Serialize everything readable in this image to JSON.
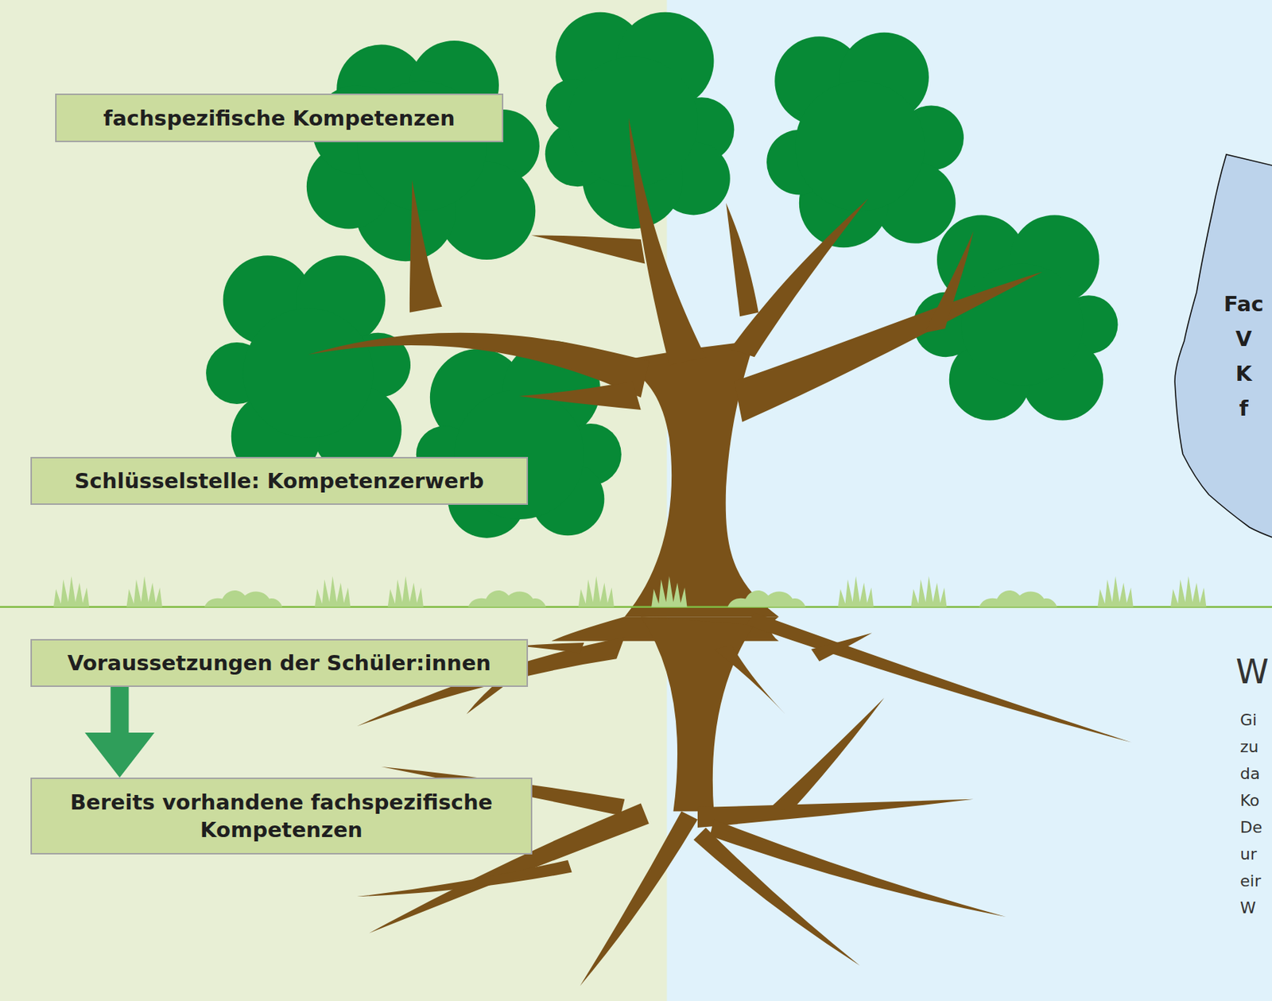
{
  "diagram": {
    "nodes": [
      {
        "text": [
          "fachspezifische Kompetenzen"
        ]
      },
      {
        "text": [
          "Schlüsselstelle: Kompetenzerwerb"
        ]
      },
      {
        "text": [
          "Voraussetzungen der Schüler:innen"
        ]
      },
      {
        "text": [
          "Bereits vorhandene fachspezifische Kompetenzen"
        ]
      },
      {
        "text": [
          "Fac V K f"
        ]
      }
    ],
    "edges": [
      {
        "from": 2,
        "to": 3,
        "arrow": "to"
      }
    ],
    "labels": [
      "W",
      "Gi zu da Ko De ur eir W"
    ]
  }
}
